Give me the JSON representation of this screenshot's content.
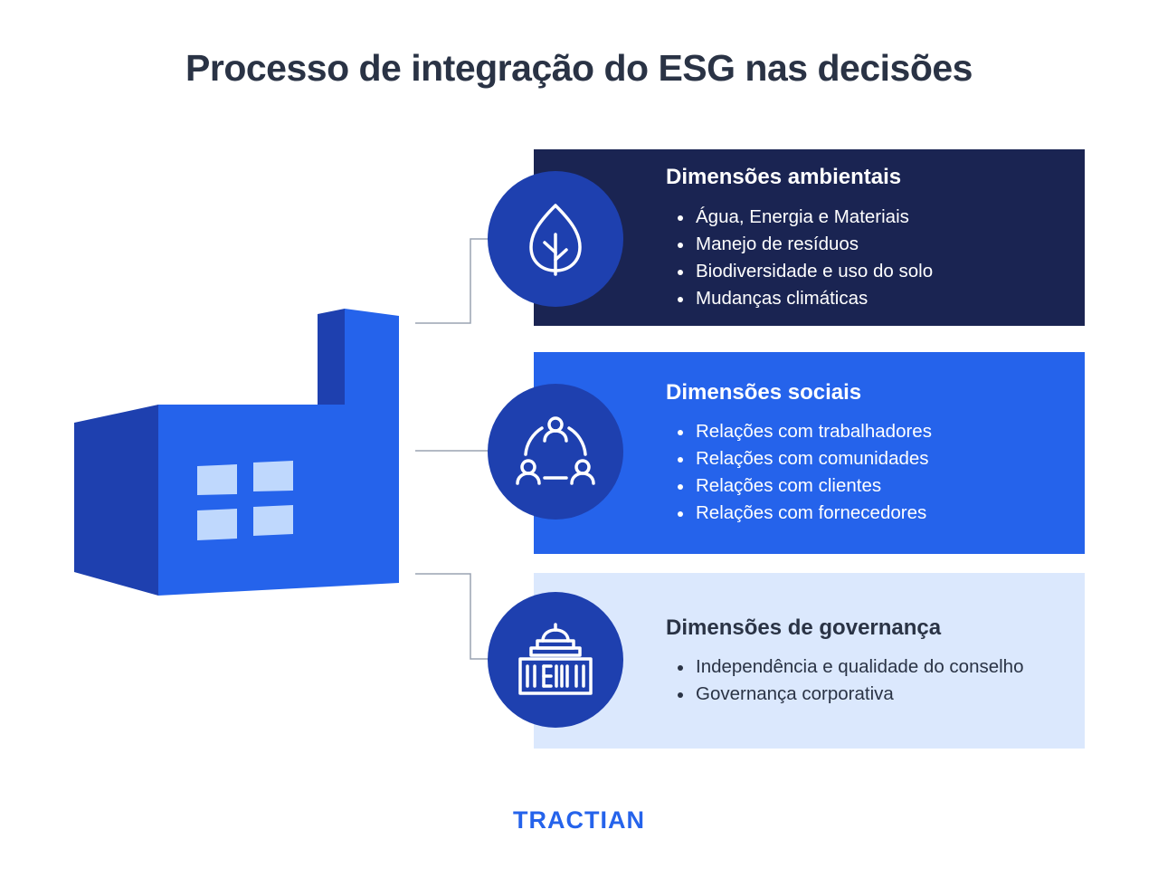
{
  "title": "Processo de integração do ESG nas decisões",
  "colors": {
    "dark_navy": "#1a2452",
    "brand_blue": "#2563eb",
    "deep_blue": "#1e40af",
    "light_blue": "#dbe8fd",
    "text_dark": "#2a3345",
    "connector": "#9aa3b2"
  },
  "dimensions": [
    {
      "title": "Dimensões ambientais",
      "icon": "leaf-icon",
      "items": [
        "Água, Energia e Materiais",
        "Manejo de resíduos",
        "Biodiversidade e uso do solo",
        "Mudanças climáticas"
      ]
    },
    {
      "title": "Dimensões sociais",
      "icon": "people-network-icon",
      "items": [
        "Relações com trabalhadores",
        "Relações com comunidades",
        "Relações com clientes",
        "Relações com fornecedores"
      ]
    },
    {
      "title": "Dimensões de governança",
      "icon": "government-building-icon",
      "items": [
        "Independência e qualidade do conselho",
        "Governança corporativa"
      ]
    }
  ],
  "logo": "TRACTIAN"
}
